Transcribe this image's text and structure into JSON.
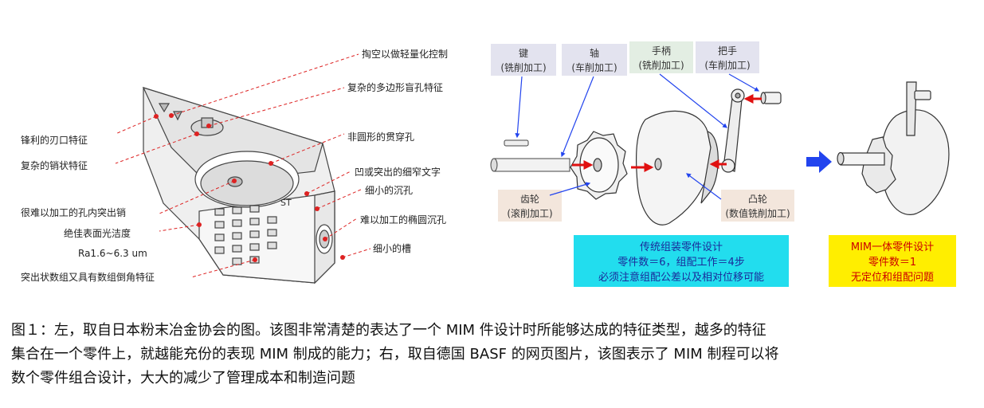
{
  "left_labels": {
    "l1": "掏空以做轻量化控制",
    "l2": "复杂的多边形盲孔特征",
    "l3": "锋利的刃口特征",
    "l4": "复杂的销状特征",
    "l5": "非圆形的贯穿孔",
    "l6": "凹或突出的细窄文字",
    "l7": "细小的沉孔",
    "l8": "很难以加工的孔内突出销",
    "l9": "绝佳表面光洁度",
    "l10": "Ra1.6~6.3 um",
    "l11": "难以加工的椭圆沉孔",
    "l12": "细小的槽",
    "l13": "突出状数组又具有数组倒角特征"
  },
  "right_boxes": {
    "key": [
      "键",
      "(铣削加工)"
    ],
    "shaft": [
      "轴",
      "(车削加工)"
    ],
    "handle": [
      "手柄",
      "(铣削加工)"
    ],
    "grip": [
      "把手",
      "(车削加工)"
    ],
    "gear": [
      "齿轮",
      "(滚削加工)"
    ],
    "cam": [
      "凸轮",
      "(数值铣削加工)"
    ]
  },
  "traditional_box": {
    "line1": "传统组装零件设计",
    "line2": "零件数＝6，组配工作＝4步",
    "line3": "必须注意组配公差以及相对位移可能",
    "color": "#22ddee"
  },
  "mim_box": {
    "line1": "MIM一体零件设计",
    "line2": "零件数＝1",
    "line3": "无定位和组配问题",
    "color": "#ffee00"
  },
  "colors": {
    "accent_blue": "#2244ee",
    "leader_red": "#dd2222",
    "arrow_red": "#e01010"
  },
  "caption": {
    "line1": "图１：左，取自日本粉末冶金协会的图。该图非常清楚的表达了一个 MIM 件设计时所能够达成的特征类型，越多的特征",
    "line2": "集合在一个零件上，就越能充份的表现 MIM 制成的能力；右，取自德国 BASF 的网页图片，该图表示了 MIM 制程可以将",
    "line3": "数个零件组合设计，大大的减少了管理成本和制造问题"
  }
}
